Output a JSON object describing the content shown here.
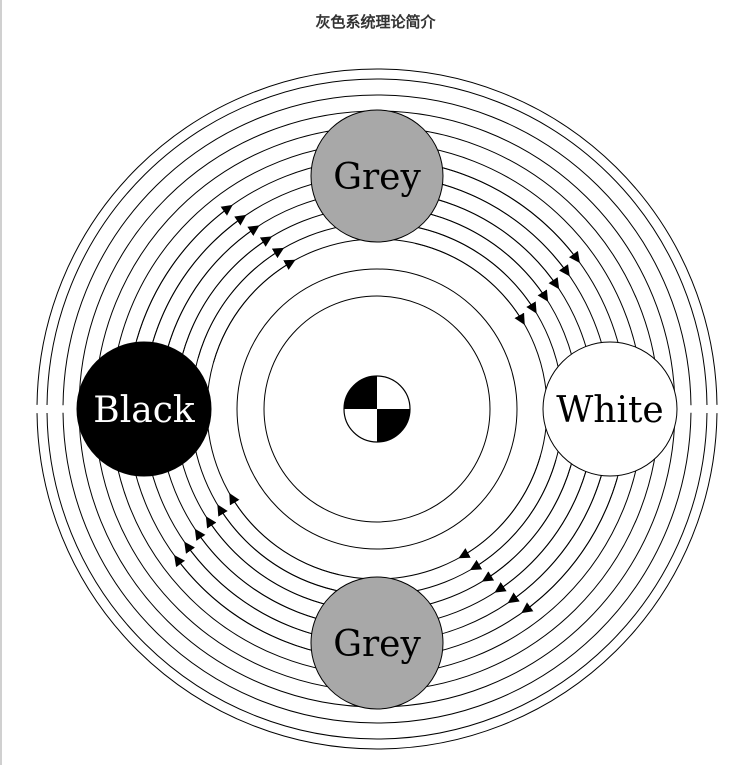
{
  "page": {
    "title": "灰色系统理论简介"
  },
  "diagram": {
    "nodes": {
      "grey_top": {
        "label": "Grey",
        "fill": "#a8a8a8",
        "text_color": "#000000"
      },
      "black": {
        "label": "Black",
        "fill": "#000000",
        "text_color": "#ffffff"
      },
      "white": {
        "label": "White",
        "fill": "#ffffff",
        "text_color": "#000000"
      },
      "grey_bottom": {
        "label": "Grey",
        "fill": "#a8a8a8",
        "text_color": "#000000"
      }
    },
    "center_symbol": {
      "name": "quadrant-checker-icon",
      "colors": [
        "#000000",
        "#ffffff"
      ]
    },
    "line_color": "#000000"
  }
}
